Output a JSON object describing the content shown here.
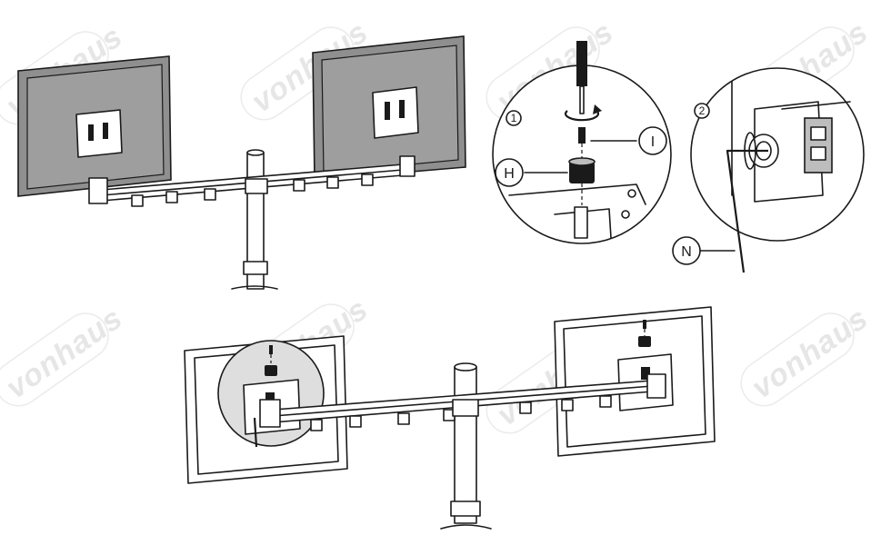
{
  "watermark": {
    "text": "vonhaus"
  },
  "steps": [
    {
      "id": "step-1",
      "label": "1"
    },
    {
      "id": "step-2",
      "label": "2"
    }
  ],
  "callouts": {
    "h": "H",
    "i": "I",
    "n": "N"
  }
}
